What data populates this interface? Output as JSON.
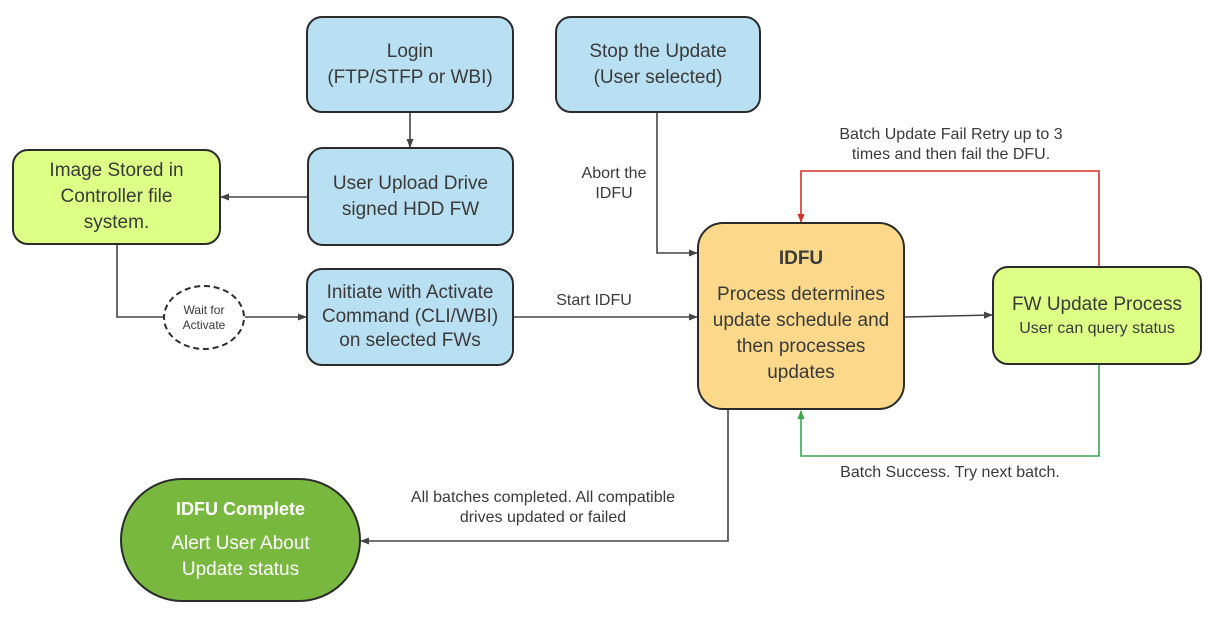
{
  "nodes": {
    "login": {
      "lines": [
        "Login",
        "(FTP/STFP or WBI)"
      ]
    },
    "stop_update": {
      "lines": [
        "Stop the Update",
        "(User selected)"
      ]
    },
    "image_stored": {
      "lines": [
        "Image Stored in",
        "Controller file",
        "system."
      ]
    },
    "user_upload": {
      "lines": [
        "User Upload Drive",
        "signed HDD FW"
      ]
    },
    "initiate": {
      "lines": [
        "Initiate with Activate",
        "Command (CLI/WBI)",
        "on selected FWs"
      ]
    },
    "wait": {
      "lines": [
        "Wait for",
        "Activate"
      ]
    },
    "idfu": {
      "title": "IDFU",
      "lines": [
        "Process determines",
        "update schedule and",
        "then processes",
        "updates"
      ]
    },
    "fw_update": {
      "lines": [
        "FW Update Process",
        "User can query status"
      ]
    },
    "complete": {
      "title": "IDFU Complete",
      "lines": [
        "Alert User About",
        "Update status"
      ]
    }
  },
  "edge_labels": {
    "abort": [
      "Abort the",
      "IDFU"
    ],
    "start": "Start IDFU",
    "batch_fail": [
      "Batch Update Fail  Retry up to 3",
      "times and then fail the DFU."
    ],
    "batch_success": "Batch Success.  Try next batch.",
    "all_completed": [
      "All batches completed.  All compatible",
      "drives updated or failed"
    ]
  },
  "colors": {
    "process_blue": "#b9e0f2",
    "storage_lime": "#deff86",
    "idfu_orange": "#fcd98a",
    "complete_green": "#78b83e",
    "fail_red": "#d9302b",
    "success_green": "#3aa64a",
    "line_gray": "#444444"
  }
}
